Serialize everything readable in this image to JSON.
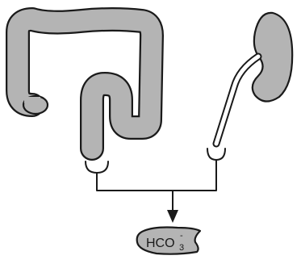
{
  "diagram": {
    "organs": {
      "large_intestine": "colon",
      "kidney": "kidney"
    },
    "product": {
      "symbol": "HCO",
      "subscript": "3",
      "superscript": "-"
    }
  }
}
